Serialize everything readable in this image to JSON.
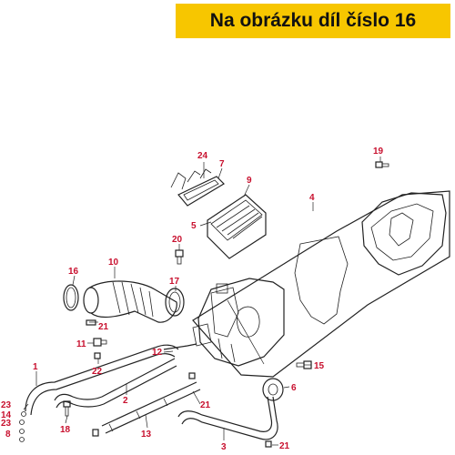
{
  "banner": {
    "text": "Na obrázku díl číslo 16",
    "color": "#f7c600"
  },
  "accent": "#c8102e",
  "labels": [
    "1",
    "2",
    "3",
    "4",
    "5",
    "6",
    "7",
    "8",
    "9",
    "10",
    "11",
    "12",
    "13",
    "14",
    "15",
    "16",
    "17",
    "18",
    "19",
    "20",
    "21",
    "22",
    "23"
  ],
  "callouts": [
    {
      "id": "24",
      "text": "24"
    },
    {
      "id": "7",
      "text": "7"
    },
    {
      "id": "9",
      "text": "9"
    },
    {
      "id": "5",
      "text": "5"
    },
    {
      "id": "4",
      "text": "4"
    },
    {
      "id": "19",
      "text": "19"
    },
    {
      "id": "20",
      "text": "20"
    },
    {
      "id": "10",
      "text": "10"
    },
    {
      "id": "16",
      "text": "16"
    },
    {
      "id": "17",
      "text": "17"
    },
    {
      "id": "21a",
      "text": "21"
    },
    {
      "id": "11",
      "text": "11"
    },
    {
      "id": "12",
      "text": "12"
    },
    {
      "id": "22",
      "text": "22"
    },
    {
      "id": "1",
      "text": "1"
    },
    {
      "id": "2",
      "text": "2"
    },
    {
      "id": "15",
      "text": "15"
    },
    {
      "id": "6",
      "text": "6"
    },
    {
      "id": "21b",
      "text": "21"
    },
    {
      "id": "23a",
      "text": "23"
    },
    {
      "id": "14",
      "text": "14"
    },
    {
      "id": "23b",
      "text": "23"
    },
    {
      "id": "8",
      "text": "8"
    },
    {
      "id": "18",
      "text": "18"
    },
    {
      "id": "13",
      "text": "13"
    },
    {
      "id": "3",
      "text": "3"
    },
    {
      "id": "21c",
      "text": "21"
    }
  ]
}
